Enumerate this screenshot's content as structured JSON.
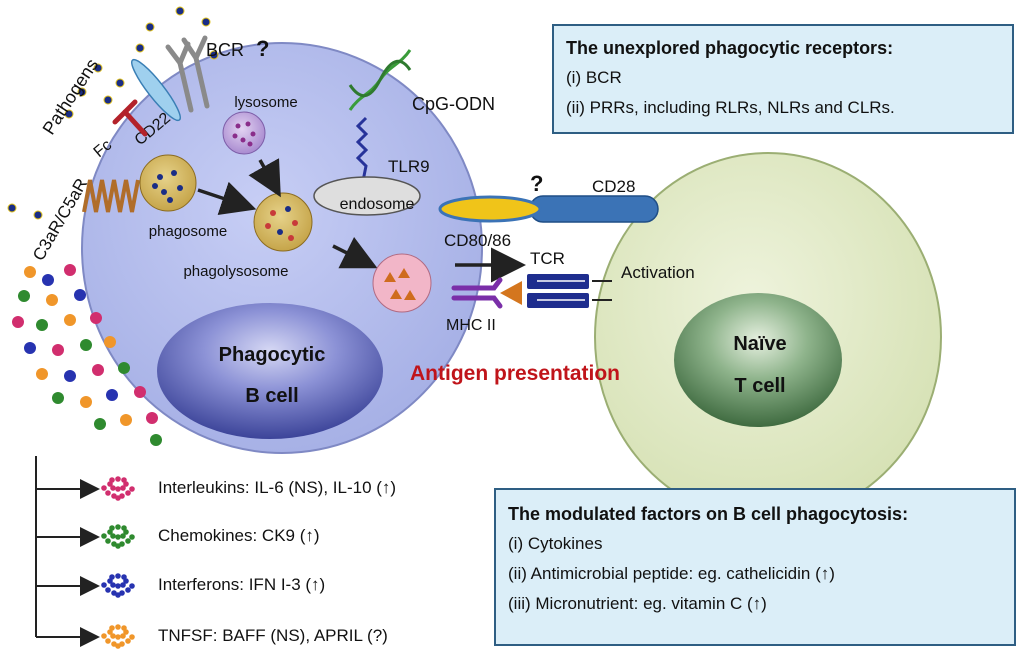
{
  "labels": {
    "bcr": "BCR",
    "bcr_question": "?",
    "pathogens": "Pathogens",
    "fc": "Fc",
    "cd22": "CD22",
    "c3a_c5ar": "C3aR/C5aR",
    "lysosome": "lysosome",
    "cpg_odn": "CpG-ODN",
    "tlr9": "TLR9",
    "endosome": "endosome",
    "phagosome": "phagosome",
    "phagolysosome": "phagolysosome",
    "cd28": "CD28",
    "cd80_86": "CD80/86",
    "cd_question": "?",
    "tcr": "TCR",
    "activation": "Activation",
    "mhc_ii": "MHC II",
    "antigen_presentation": "Antigen presentation",
    "b_cell_line1": "Phagocytic",
    "b_cell_line2": "B cell",
    "t_cell_line1": "Naïve",
    "t_cell_line2": "T cell"
  },
  "unexplored_box": {
    "title": "The unexplored phagocytic receptors:",
    "items": [
      "(i) BCR",
      "(ii) PRRs, including RLRs, NLRs and CLRs."
    ]
  },
  "modulated_box": {
    "title": "The modulated factors on B cell phagocytosis:",
    "items": [
      "(i) Cytokines",
      "(ii) Antimicrobial peptide: eg. cathelicidin (↑)",
      "(iii) Micronutrient: eg. vitamin C (↑)"
    ]
  },
  "cytokines": [
    {
      "label": "Interleukins: IL-6 (NS), IL-10 (↑)",
      "color": "#d12e6e"
    },
    {
      "label": "Chemokines: CK9 (↑)",
      "color": "#2f8a2f"
    },
    {
      "label": "Interferons: IFN I-3 (↑)",
      "color": "#2733b0"
    },
    {
      "label": "TNFSF: BAFF (NS), APRIL (?)",
      "color": "#f0962a"
    }
  ],
  "colors": {
    "b_cell_fill": "#b6bfee",
    "b_nucleus": "#4a52a8",
    "t_cell_fill": "#e3ecc8",
    "t_nucleus": "#4e7e4e",
    "box_fill": "#dbeef8",
    "box_border": "#2e5e83",
    "antigen_text": "#c0141a",
    "tcr": "#1e2d8e",
    "cd28": "#3b73b6",
    "cd80": "#f0c419",
    "mhc": "#7a2ea8"
  }
}
